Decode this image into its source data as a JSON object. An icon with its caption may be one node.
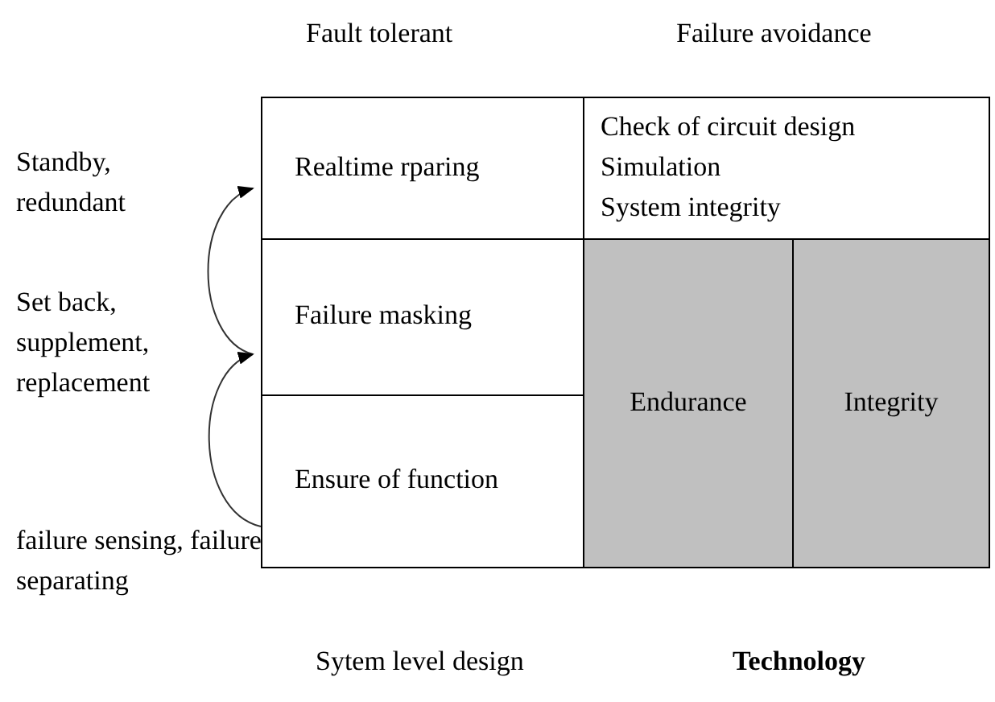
{
  "diagram": {
    "nodes": [
      {
        "text": [
          "Realtime rparing"
        ]
      },
      {
        "text": [
          "Failure masking"
        ]
      },
      {
        "text": [
          "Ensure of function"
        ]
      },
      {
        "text": [
          "Check of circuit design",
          "Simulation",
          "System integrity"
        ]
      },
      {
        "text": [
          "Endurance"
        ]
      },
      {
        "text": [
          "Integrity"
        ]
      }
    ],
    "edges": [
      {
        "from": 1,
        "to": 0,
        "arrow": "to"
      },
      {
        "from": 2,
        "to": 1,
        "arrow": "to"
      }
    ],
    "labels": [
      "Fault tolerant",
      "Failure avoidance",
      "Standby, redundant",
      "Set back, supplement, replacement",
      "failure sensing, failure separating",
      "Sytem level design",
      "Technology"
    ]
  }
}
